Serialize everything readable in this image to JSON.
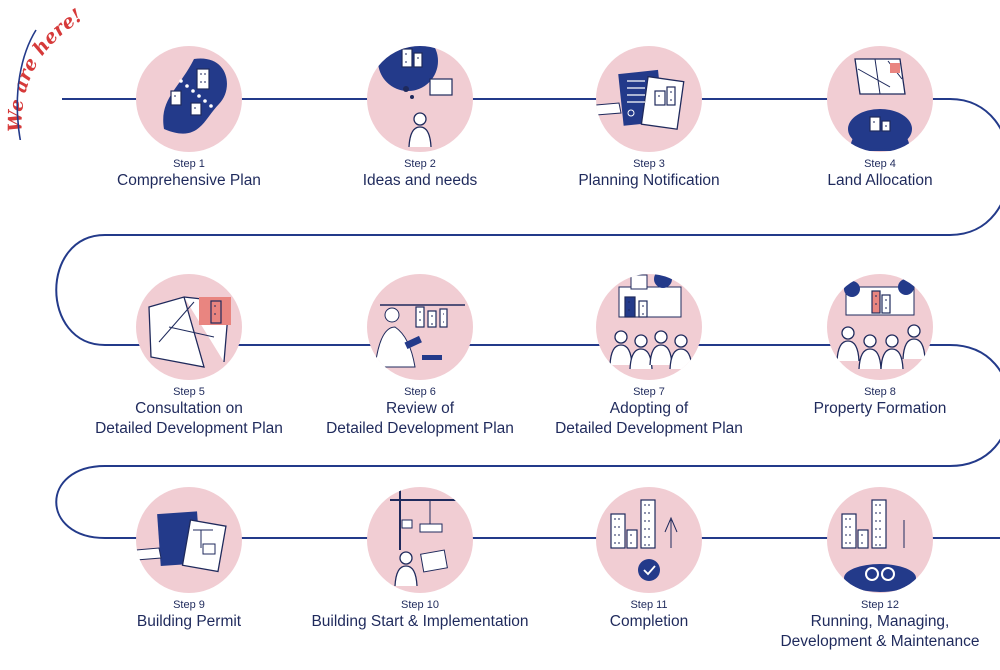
{
  "badge": {
    "text": "We are here!"
  },
  "colors": {
    "path": "#233a8a",
    "circle": "#f1cdd3",
    "ink": "#1f2a5c",
    "accent": "#d63a3a",
    "highlight": "#e98580"
  },
  "steps": [
    {
      "number": "Step 1",
      "title": [
        "Comprehensive Plan"
      ],
      "icon": "city-map-icon"
    },
    {
      "number": "Step 2",
      "title": [
        "Ideas and needs"
      ],
      "icon": "person-thinking-icon"
    },
    {
      "number": "Step 3",
      "title": [
        "Planning Notification"
      ],
      "icon": "documents-hand-icon"
    },
    {
      "number": "Step 4",
      "title": [
        "Land Allocation"
      ],
      "icon": "land-map-icon"
    },
    {
      "number": "Step 5",
      "title": [
        "Consultation on",
        "Detailed Development Plan"
      ],
      "icon": "plot-plan-icon"
    },
    {
      "number": "Step 6",
      "title": [
        "Review of",
        "Detailed Development Plan"
      ],
      "icon": "gavel-review-icon"
    },
    {
      "number": "Step 7",
      "title": [
        "Adopting of",
        "Detailed Development Plan"
      ],
      "icon": "group-approve-icon"
    },
    {
      "number": "Step 8",
      "title": [
        "Property Formation"
      ],
      "icon": "people-board-icon"
    },
    {
      "number": "Step 9",
      "title": [
        "Building Permit"
      ],
      "icon": "permit-documents-icon"
    },
    {
      "number": "Step 10",
      "title": [
        "Building Start & Implementation"
      ],
      "icon": "construction-crane-icon"
    },
    {
      "number": "Step 11",
      "title": [
        "Completion"
      ],
      "icon": "completed-buildings-icon"
    },
    {
      "number": "Step 12",
      "title": [
        "Running, Managing,",
        "Development & Maintenance"
      ],
      "icon": "maintenance-gears-icon"
    }
  ]
}
